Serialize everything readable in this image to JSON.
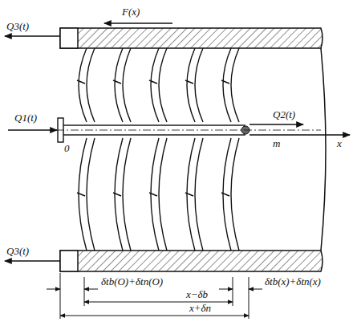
{
  "diagram": {
    "labels": [
      "Q3(t)",
      "F(x)",
      "Q1(t)",
      "Q2(t)",
      "0",
      "m",
      "x",
      "Q3(t)",
      "δtb(O)+δtn(O)",
      "x−δb",
      "δtb(x)+δtn(x)",
      "x+δn"
    ]
  }
}
